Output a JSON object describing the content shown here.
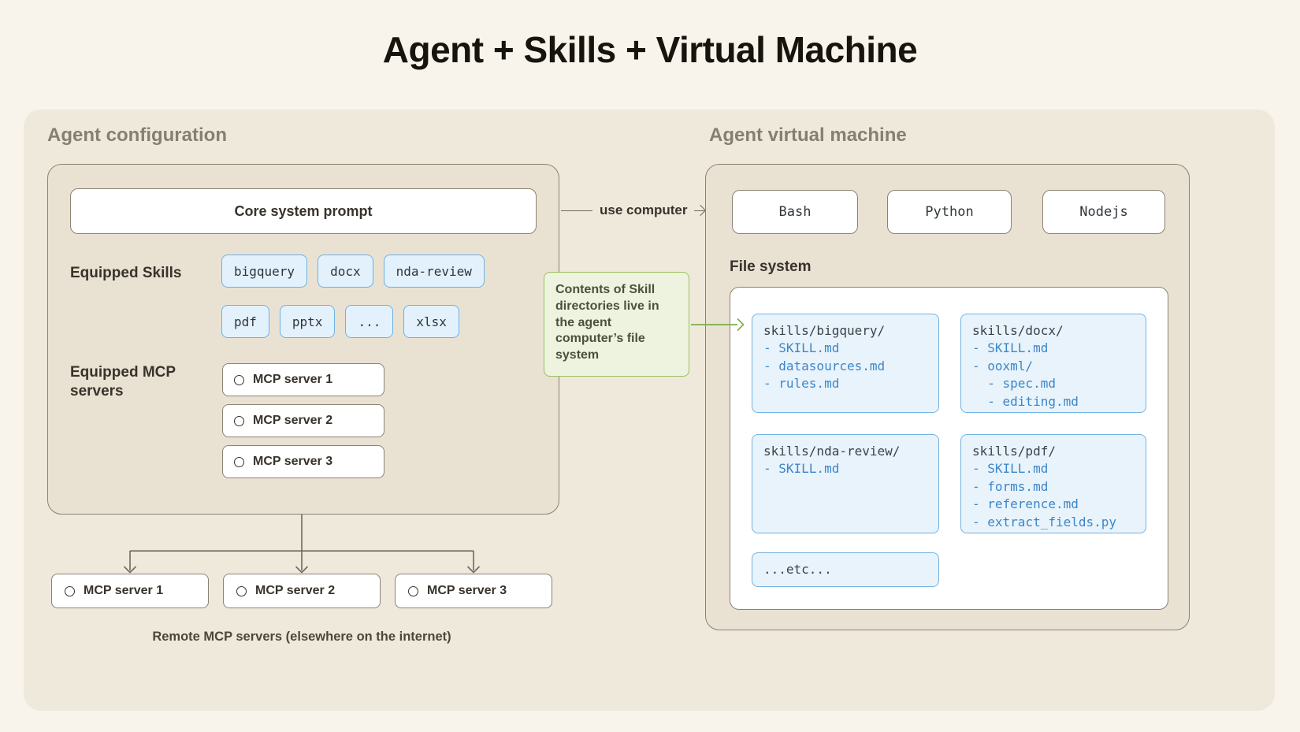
{
  "title": "Agent + Skills + Virtual Machine",
  "colors": {
    "accent_blue": "#6fb0e2",
    "accent_green": "#9abf5e",
    "line_gray": "#6f695e",
    "panel_beige": "#efe9dc",
    "box_beige": "#e9e2d3"
  },
  "agent_config": {
    "section_label": "Agent configuration",
    "core_prompt_label": "Core system prompt",
    "skills_label": "Equipped Skills",
    "skills_row1": [
      "bigquery",
      "docx",
      "nda-review"
    ],
    "skills_row2": [
      "pdf",
      "pptx",
      "...",
      "xlsx"
    ],
    "mcp_label": "Equipped MCP servers",
    "mcp_servers": [
      "MCP server 1",
      "MCP server 2",
      "MCP server 3"
    ]
  },
  "remote_servers": {
    "items": [
      "MCP server 1",
      "MCP server 2",
      "MCP server 3"
    ],
    "caption": "Remote MCP servers (elsewhere on the internet)"
  },
  "connections": {
    "use_computer_label": "use computer",
    "skills_note": "Contents of Skill directories live in the agent computer’s file system"
  },
  "vm": {
    "section_label": "Agent virtual machine",
    "runtimes": [
      "Bash",
      "Python",
      "Nodejs"
    ],
    "file_system_label": "File system",
    "directories": [
      {
        "header": "skills/bigquery/",
        "items": [
          "- SKILL.md",
          "- datasources.md",
          "- rules.md"
        ]
      },
      {
        "header": "skills/docx/",
        "items": [
          "- SKILL.md",
          "- ooxml/",
          "  - spec.md",
          "  - editing.md"
        ]
      },
      {
        "header": "skills/nda-review/",
        "items": [
          "- SKILL.md"
        ]
      },
      {
        "header": "skills/pdf/",
        "items": [
          "- SKILL.md",
          "- forms.md",
          "- reference.md",
          "- extract_fields.py"
        ]
      },
      {
        "header": "...etc...",
        "items": []
      }
    ]
  }
}
